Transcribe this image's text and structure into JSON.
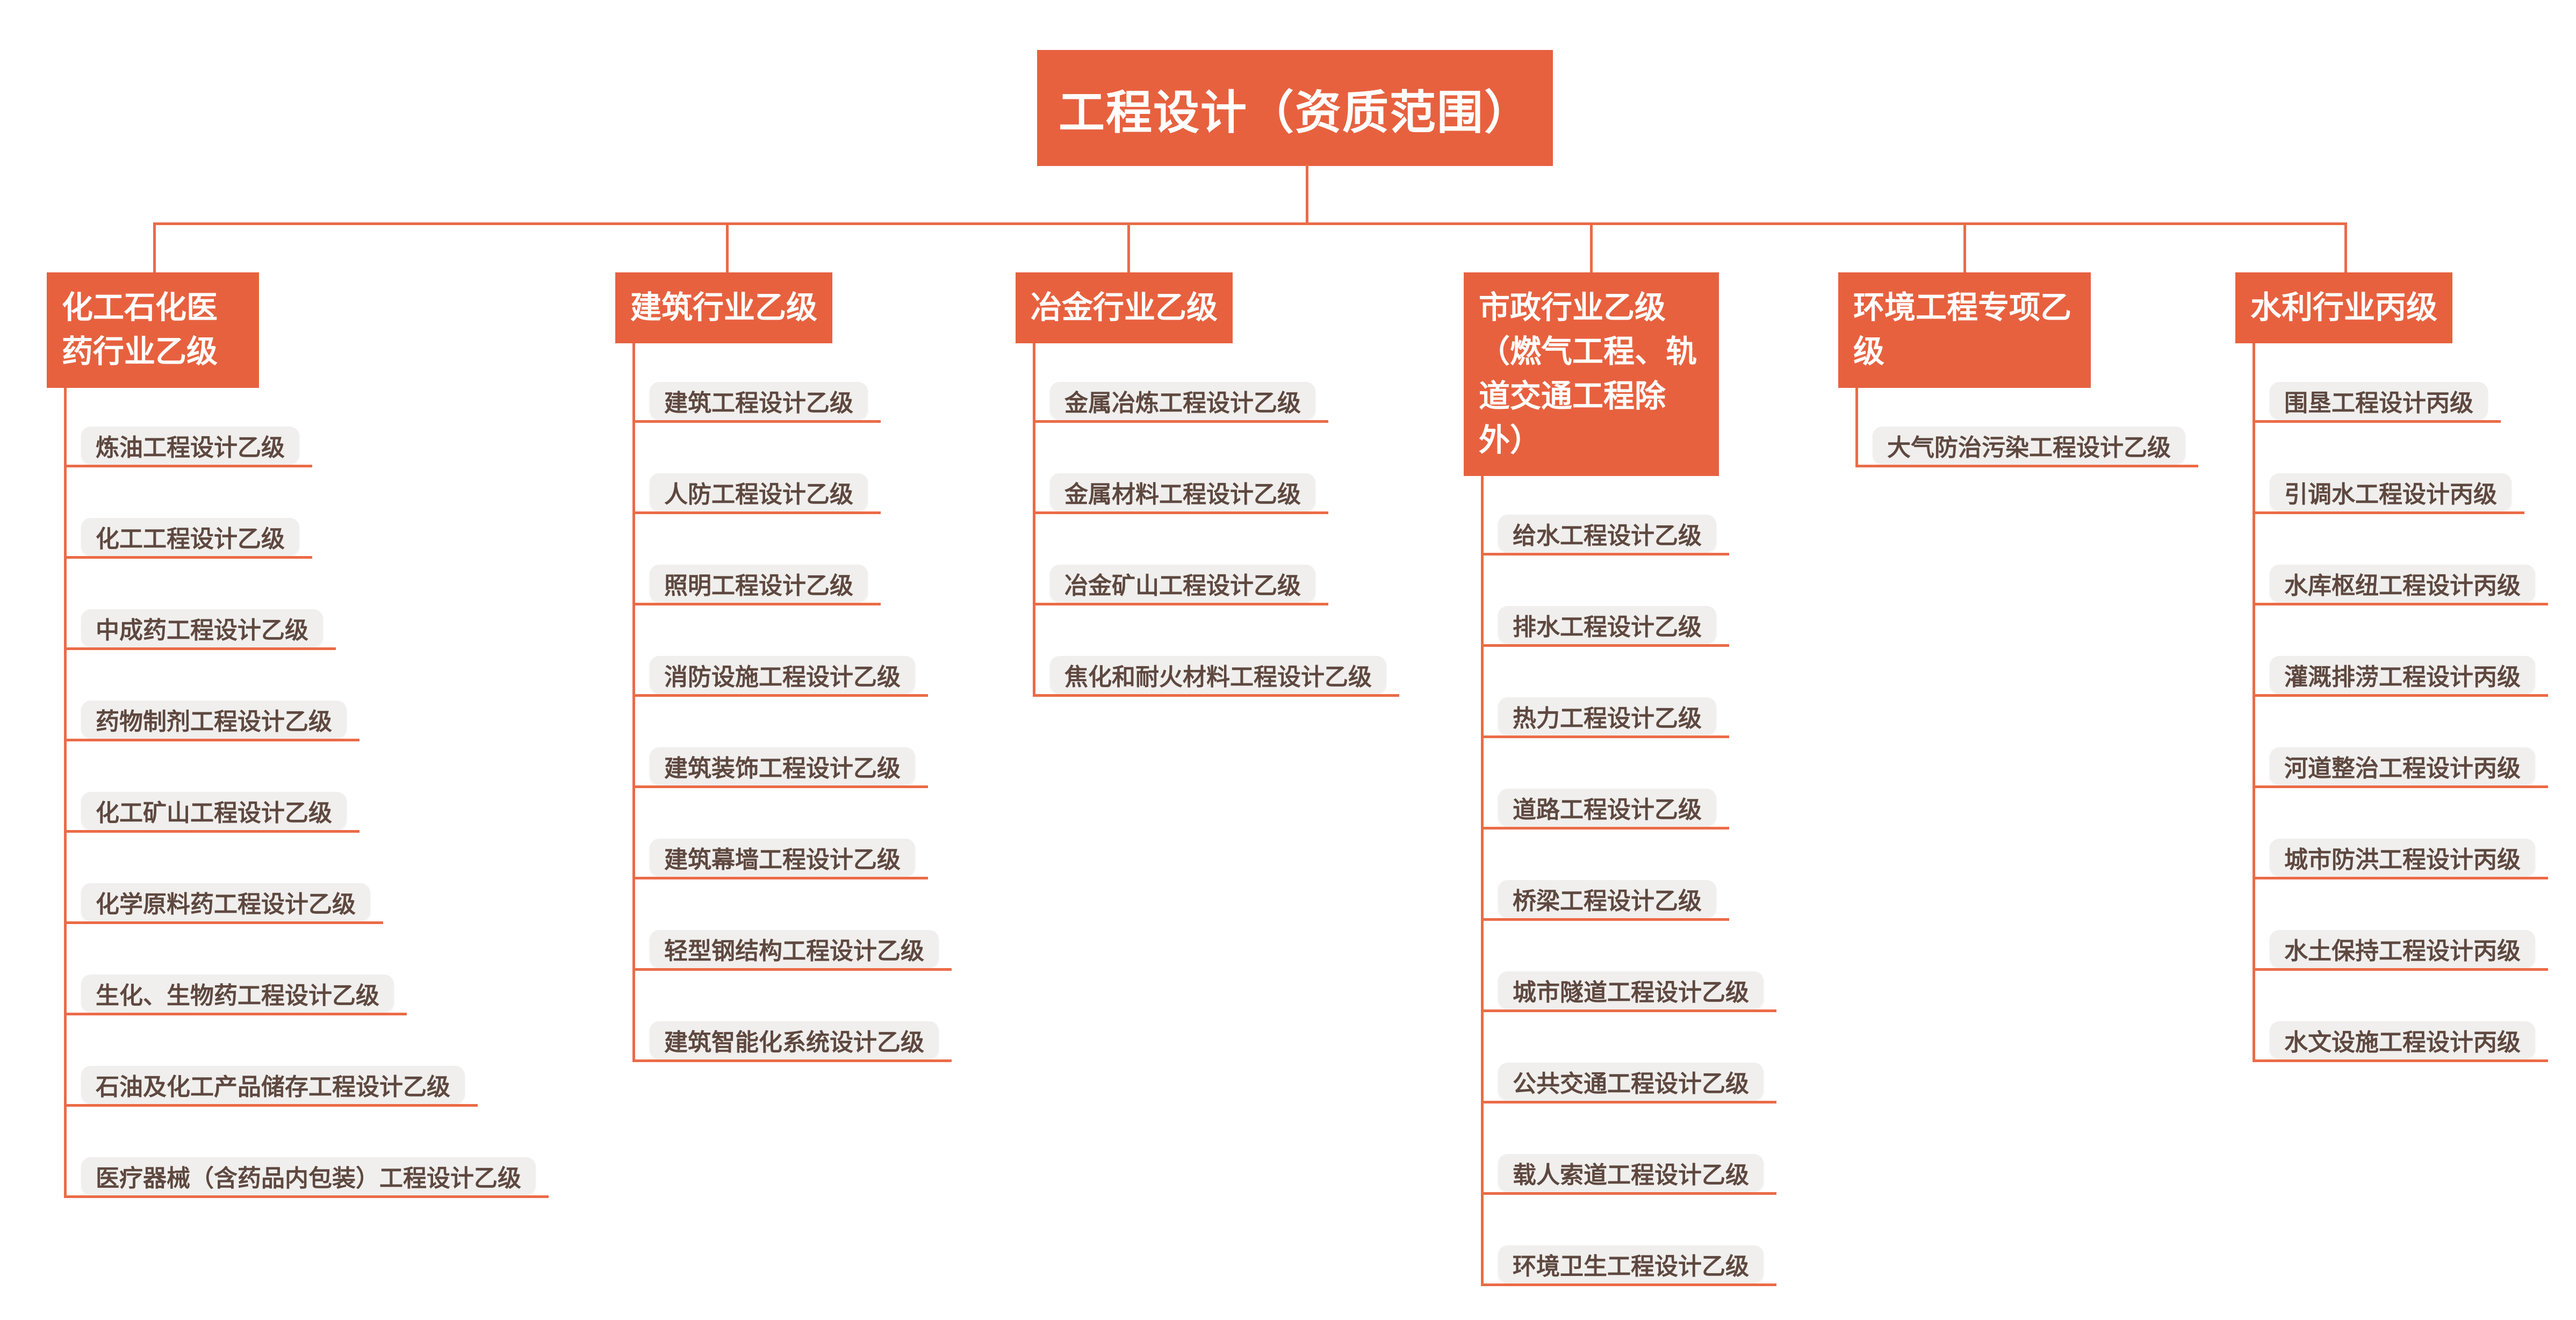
{
  "title": "工程设计（资质范围）",
  "colors": {
    "accent": "#E7613F",
    "connector": "#EB6B47",
    "leaf_bg": "#F0EFED",
    "leaf_text": "#5E4840",
    "node_text": "#FFFFFF",
    "background": "#FFFFFF"
  },
  "branches": [
    {
      "label": "化工石化医药行业乙级",
      "children": [
        "炼油工程设计乙级",
        "化工工程设计乙级",
        "中成药工程设计乙级",
        "药物制剂工程设计乙级",
        "化工矿山工程设计乙级",
        "化学原料药工程设计乙级",
        "生化、生物药工程设计乙级",
        "石油及化工产品储存工程设计乙级",
        "医疗器械（含药品内包装）工程设计乙级"
      ]
    },
    {
      "label": "建筑行业乙级",
      "children": [
        "建筑工程设计乙级",
        "人防工程设计乙级",
        "照明工程设计乙级",
        "消防设施工程设计乙级",
        "建筑装饰工程设计乙级",
        "建筑幕墙工程设计乙级",
        "轻型钢结构工程设计乙级",
        "建筑智能化系统设计乙级"
      ]
    },
    {
      "label": "冶金行业乙级",
      "children": [
        "金属冶炼工程设计乙级",
        "金属材料工程设计乙级",
        "冶金矿山工程设计乙级",
        "焦化和耐火材料工程设计乙级"
      ]
    },
    {
      "label": "市政行业乙级（燃气工程、轨道交通工程除外）",
      "children": [
        "给水工程设计乙级",
        "排水工程设计乙级",
        "热力工程设计乙级",
        "道路工程设计乙级",
        "桥梁工程设计乙级",
        "城市隧道工程设计乙级",
        "公共交通工程设计乙级",
        "载人索道工程设计乙级",
        "环境卫生工程设计乙级"
      ]
    },
    {
      "label": "环境工程专项乙级",
      "children": [
        "大气防治污染工程设计乙级"
      ]
    },
    {
      "label": "水利行业丙级",
      "children": [
        "围垦工程设计丙级",
        "引调水工程设计丙级",
        "水库枢纽工程设计丙级",
        "灌溉排涝工程设计丙级",
        "河道整治工程设计丙级",
        "城市防洪工程设计丙级",
        "水土保持工程设计丙级",
        "水文设施工程设计丙级"
      ]
    }
  ]
}
